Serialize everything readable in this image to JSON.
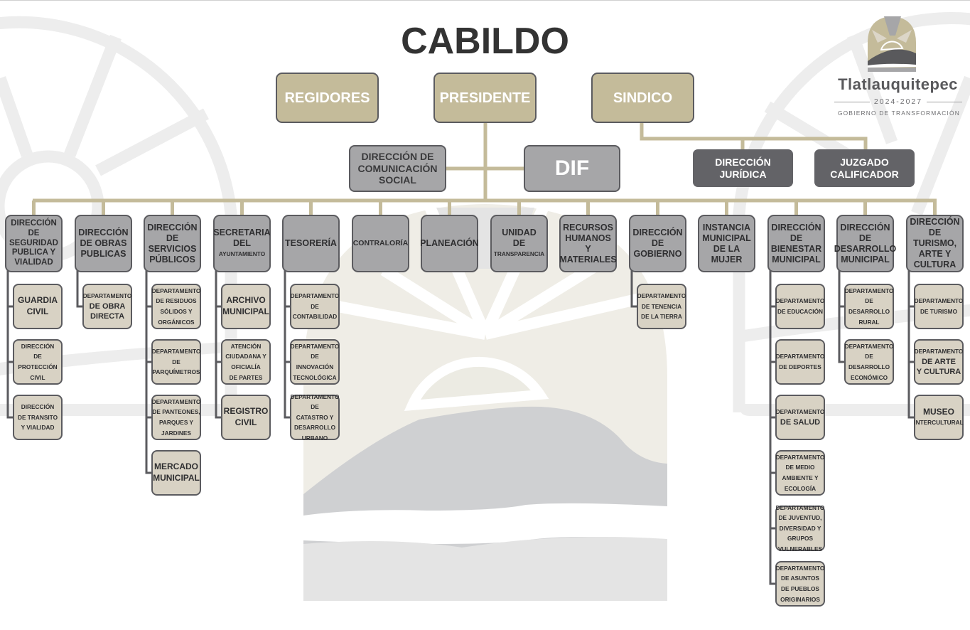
{
  "title": "CABILDO",
  "logo": {
    "icon": "sunrise-mountain-icon",
    "name": "Tlatlauquitepec",
    "years": "2024-2027",
    "tagline": "GOBIERNO DE TRANSFORMACIÓN"
  },
  "colors": {
    "top_level": "#c4bb9a",
    "directorate": "#a6a6a8",
    "dark_unit": "#636367",
    "department": "#d8d2c4",
    "connector": "#c4bb9a",
    "sub_connector": "#5b5b5f",
    "title": "#333333"
  },
  "top_level": {
    "regidores": "REGIDORES",
    "presidente": "PRESIDENTE",
    "sindico": "SINDICO"
  },
  "staff": {
    "comunicacion": [
      "DIRECCIÓN DE",
      "COMUNICACIÓN",
      "SOCIAL"
    ],
    "dif": "DIF"
  },
  "sindico_units": {
    "juridica": [
      "DIRECCIÓN",
      "JURÍDICA"
    ],
    "juzgado": [
      "JUZGADO",
      "CALIFICADOR"
    ]
  },
  "directorates": [
    {
      "lines": [
        "DIRECCIÓN",
        "DE",
        "SEGURIDAD",
        "PUBLICA Y",
        "VIALIDAD"
      ],
      "departments": [
        [
          "GUARDIA",
          "CIVIL"
        ],
        [
          "DIRECCIÓN",
          "DE",
          "PROTECCIÓN",
          "CIVIL"
        ],
        [
          "DIRECCIÓN",
          "DE TRANSITO",
          "Y VIALIDAD"
        ]
      ]
    },
    {
      "lines": [
        "DIRECCIÓN",
        "DE OBRAS",
        "PUBLICAS"
      ],
      "departments": [
        [
          "DEPARTAMENTO",
          "DE OBRA",
          "DIRECTA"
        ]
      ]
    },
    {
      "lines": [
        "DIRECCIÓN",
        "DE",
        "SERVICIOS",
        "PÚBLICOS"
      ],
      "departments": [
        [
          "DEPARTAMENTO",
          "DE RESIDUOS",
          "SÓLIDOS Y",
          "ORGÁNICOS"
        ],
        [
          "DEPARTAMENTO",
          "DE",
          "PARQUÍMETROS"
        ],
        [
          "DEPARTAMENTO",
          "DE PANTEONES,",
          "PARQUES Y",
          "JARDINES"
        ],
        [
          "MERCADO",
          "MUNICIPAL"
        ]
      ]
    },
    {
      "lines": [
        "SECRETARIA",
        "DEL",
        "AYUNTAMIENTO"
      ],
      "departments": [
        [
          "ARCHIVO",
          "MUNICIPAL"
        ],
        [
          "ATENCIÓN",
          "CIUDADANA Y",
          "OFICIALÍA",
          "DE PARTES"
        ],
        [
          "REGISTRO",
          "CIVIL"
        ]
      ]
    },
    {
      "lines": [
        "TESORERÍA"
      ],
      "departments": [
        [
          "DEPARTAMENTO",
          "DE",
          "CONTABILIDAD"
        ],
        [
          "DEPARTAMENTO",
          "DE",
          "INNOVACIÓN",
          "TECNOLÓGICA"
        ],
        [
          "DEPARTAMENTO",
          "DE",
          "CATASTRO Y",
          "DESARROLLO",
          "URBANO"
        ]
      ]
    },
    {
      "lines": [
        "CONTRALORÍA"
      ],
      "departments": []
    },
    {
      "lines": [
        "PLANEACIÓN"
      ],
      "departments": []
    },
    {
      "lines": [
        "UNIDAD",
        "DE",
        "TRANSPARENCIA"
      ],
      "departments": []
    },
    {
      "lines": [
        "RECURSOS",
        "HUMANOS",
        "Y",
        "MATERIALES"
      ],
      "departments": []
    },
    {
      "lines": [
        "DIRECCIÓN",
        "DE",
        "GOBIERNO"
      ],
      "departments": [
        [
          "DEPARTAMENTO",
          "DE TENENCIA",
          "DE LA TIERRA"
        ]
      ]
    },
    {
      "lines": [
        "INSTANCIA",
        "MUNICIPAL",
        "DE LA MUJER"
      ],
      "departments": []
    },
    {
      "lines": [
        "DIRECCIÓN",
        "DE",
        "BIENESTAR",
        "MUNICIPAL"
      ],
      "departments": [
        [
          "DEPARTAMENTO",
          "DE EDUCACIÓN"
        ],
        [
          "DEPARTAMENTO",
          "DE DEPORTES"
        ],
        [
          "DEPARTAMENTO",
          "DE SALUD"
        ],
        [
          "DEPARTAMENTO",
          "DE MEDIO",
          "AMBIENTE Y",
          "ECOLOGÍA"
        ],
        [
          "DEPARTAMENTO",
          "DE JUVENTUD,",
          "DIVERSIDAD Y",
          "GRUPOS",
          "VULNERABLES"
        ],
        [
          "DEPARTAMENTO",
          "DE ASUNTOS",
          "DE PUEBLOS",
          "ORIGINARIOS"
        ]
      ]
    },
    {
      "lines": [
        "DIRECCIÓN",
        "DE",
        "DESARROLLO",
        "MUNICIPAL"
      ],
      "departments": [
        [
          "DEPARTAMENTO",
          "DE",
          "DESARROLLO",
          "RURAL"
        ],
        [
          "DEPARTAMENTO",
          "DE",
          "DESARROLLO",
          "ECONÓMICO"
        ]
      ]
    },
    {
      "lines": [
        "DIRECCIÓN",
        "DE TURISMO,",
        "ARTE Y",
        "CULTURA"
      ],
      "departments": [
        [
          "DEPARTAMENTO",
          "DE TURISMO"
        ],
        [
          "DEPARTAMENTO",
          "DE ARTE",
          "Y CULTURA"
        ],
        [
          "MUSEO",
          "INTERCULTURAL"
        ]
      ]
    }
  ]
}
